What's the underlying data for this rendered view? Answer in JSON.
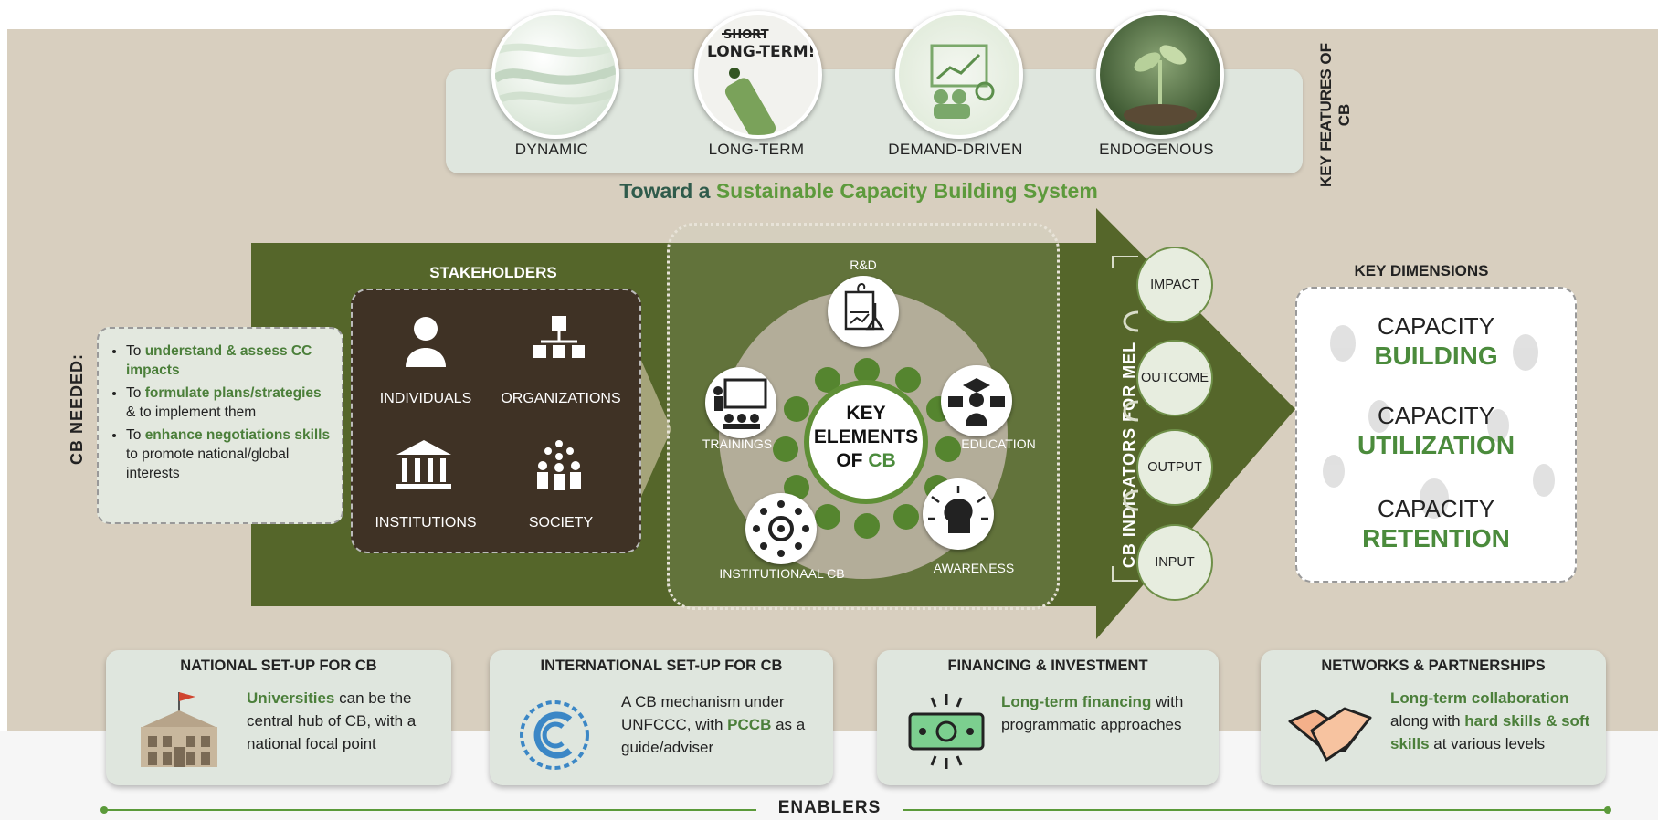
{
  "key_features": {
    "title": "KEY FEATURES OF CB",
    "items": [
      {
        "label": "DYNAMIC",
        "icon": "waves-icon"
      },
      {
        "label": "LONG-TERM",
        "icon": "marker-note-icon",
        "image_text_strike": "SHORT",
        "image_text": "LONG-TERM!"
      },
      {
        "label": "DEMAND-DRIVEN",
        "icon": "chart-people-icon"
      },
      {
        "label": "ENDOGENOUS",
        "icon": "sprout-icon"
      }
    ]
  },
  "headline": {
    "part1": "Toward a",
    "part2": "Sustainable Capacity Building System"
  },
  "cb_needed": {
    "title": "CB NEEDED:",
    "bullets": [
      {
        "pre": "To ",
        "highlight": "understand & assess CC impacts",
        "post": ""
      },
      {
        "pre": "To ",
        "highlight": "formulate plans/strategies",
        "post": " & to implement them"
      },
      {
        "pre": "To ",
        "highlight": "enhance negotiations skills",
        "post": " to promote national/global interests"
      }
    ]
  },
  "stakeholders": {
    "title": "STAKEHOLDERS",
    "items": [
      {
        "label": "INDIVIDUALS",
        "icon": "person-icon"
      },
      {
        "label": "ORGANIZATIONS",
        "icon": "org-chart-icon"
      },
      {
        "label": "INSTITUTIONS",
        "icon": "building-columns-icon"
      },
      {
        "label": "SOCIETY",
        "icon": "crowd-icon"
      }
    ]
  },
  "key_elements": {
    "center_line1": "KEY",
    "center_line2": "ELEMENTS",
    "center_line3_pre": "OF ",
    "center_line3_hl": "CB",
    "items": [
      {
        "label": "R&D",
        "icon": "research-icon"
      },
      {
        "label": "EDUCATION",
        "icon": "graduate-icon"
      },
      {
        "label": "AWARENESS",
        "icon": "head-arrows-icon"
      },
      {
        "label": "INSTITUTIONAAL CB",
        "icon": "gear-network-icon"
      },
      {
        "label": "TRAININGS",
        "icon": "presentation-icon"
      }
    ]
  },
  "indicators": {
    "title": "CB INDICATORS FOR MEL",
    "items": [
      "IMPACT",
      "OUTCOME",
      "OUTPUT",
      "INPUT"
    ]
  },
  "key_dimensions": {
    "title": "KEY DIMENSIONS",
    "items": [
      {
        "line1": "CAPACITY",
        "line2": "BUILDING"
      },
      {
        "line1": "CAPACITY",
        "line2": "UTILIZATION"
      },
      {
        "line1": "CAPACITY",
        "line2": "RETENTION"
      }
    ]
  },
  "enablers": {
    "label": "ENABLERS",
    "items": [
      {
        "title": "NATIONAL SET-UP FOR CB",
        "icon": "university-icon",
        "hl": "Universities",
        "rest": " can be the central hub of CB, with a national focal point"
      },
      {
        "title": "INTERNATIONAL SET-UP FOR CB",
        "icon": "unfccc-logo-icon",
        "pre": "A CB mechanism under UNFCCC, with ",
        "hl": "PCCB",
        "rest": " as a guide/adviser"
      },
      {
        "title": "FINANCING & INVESTMENT",
        "icon": "banknote-icon",
        "hl": "Long-term financing",
        "rest": " with programmatic approaches"
      },
      {
        "title": "NETWORKS & PARTNERSHIPS",
        "icon": "handshake-icon",
        "hl": "Long-term collaboration",
        "mid": " along with ",
        "hl2": "hard skills & soft skills",
        "rest": " at various levels"
      }
    ]
  },
  "colors": {
    "arrow": "#55662a",
    "accent_green": "#5d9a3c",
    "panel": "#dfe6de",
    "background": "#d8cfbf"
  }
}
